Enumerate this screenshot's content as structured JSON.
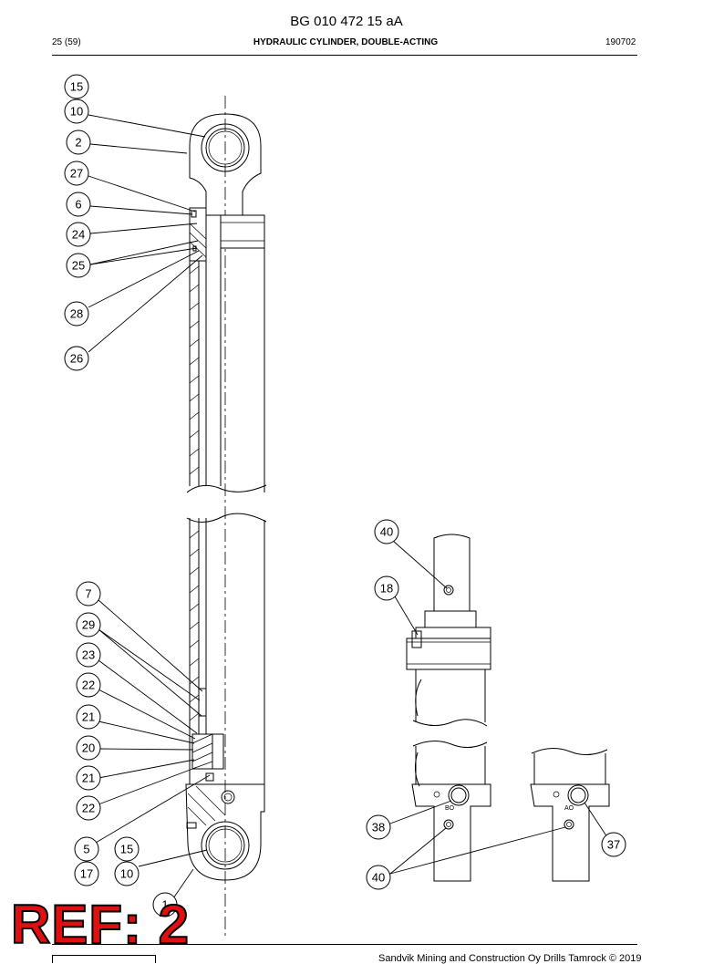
{
  "header": {
    "doc_id": "BG 010 472 15 aA",
    "page": "25 (59)",
    "title": "HYDRAULIC CYLINDER, DOUBLE-ACTING",
    "date": "190702"
  },
  "footer": {
    "text": "Sandvik Mining and Construction Oy Drills Tamrock © 2019"
  },
  "stamp": {
    "text": "REF: 2"
  },
  "callouts": [
    "15",
    "10",
    "2",
    "27",
    "6",
    "24",
    "25",
    "28",
    "26",
    "7",
    "29",
    "23",
    "22",
    "21",
    "20",
    "21",
    "22",
    "5",
    "15",
    "17",
    "10",
    "1",
    "40",
    "18",
    "38",
    "40",
    "37"
  ],
  "port_labels": {
    "b": "BO",
    "a": "AO"
  }
}
